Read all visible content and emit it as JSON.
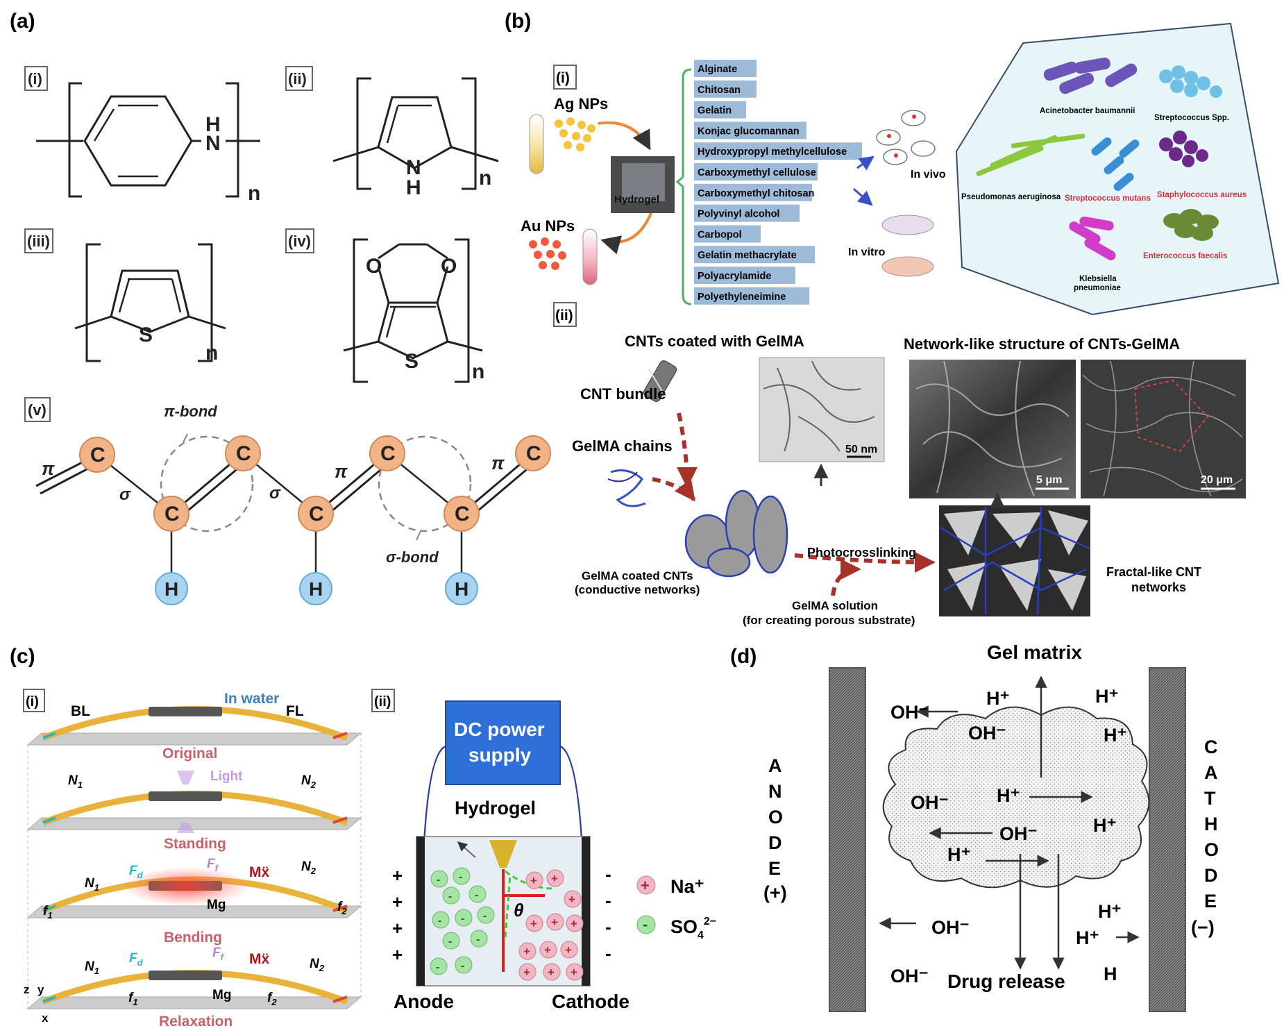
{
  "panels": {
    "a": "(a)",
    "b": "(b)",
    "c": "(c)",
    "d": "(d)"
  },
  "a": {
    "labels": {
      "i": "(i)",
      "ii": "(ii)",
      "iii": "(iii)",
      "iv": "(iv)",
      "v": "(v)"
    },
    "atoms": {
      "H": "H",
      "N": "N",
      "S": "S",
      "O": "O",
      "C": "C"
    },
    "n": "n",
    "pi": "π",
    "sigma": "σ",
    "pi_bond": "π-bond",
    "sigma_bond": "σ-bond"
  },
  "b": {
    "i": "(i)",
    "ii": "(ii)",
    "ag": "Ag NPs",
    "au": "Au NPs",
    "hydrogel": "Hydrogel",
    "polymers": [
      "Alginate",
      "Chitosan",
      "Gelatin",
      "Konjac glucomannan",
      "Hydroxypropyl methylcellulose",
      "Carboxymethyl cellulose",
      "Carboxymethyl chitosan",
      "Polyvinyl alcohol",
      "Carbopol",
      "Gelatin methacrylate",
      "Polyacrylamide",
      "Polyethyleneimine"
    ],
    "in_vivo": "In vivo",
    "in_vitro": "In vitro",
    "bacteria": {
      "acinetobacter": "Acinetobacter baumannii",
      "strep_spp": "Streptococcus Spp.",
      "pseudomonas": "Pseudomonas aeruginosa",
      "strep_mutans": "Streptococcus mutans",
      "staph": "Staphylococcus aureus",
      "entero": "Enterococcus faecalis",
      "klebsiella1": "Klebsiella",
      "klebsiella2": "pneumoniae"
    },
    "cnt_title": "CNTs coated with GelMA",
    "net_title": "Network-like structure of CNTs-GelMA",
    "cnt_bundle": "CNT bundle",
    "gelma_chains": "GelMA chains",
    "scale_50": "50 nm",
    "scale_5": "5 μm",
    "scale_20": "20 μm",
    "coated1": "GelMA coated CNTs",
    "coated2": "(conductive networks)",
    "photo": "Photocrosslinking",
    "sol1": "GelMA solution",
    "sol2": "(for creating porous substrate)",
    "fractal1": "Fractal-like CNT",
    "fractal2": "networks"
  },
  "c": {
    "i": "(i)",
    "ii": "(ii)",
    "bl": "BL",
    "fl": "FL",
    "water": "In water",
    "original": "Original",
    "light": "Light",
    "standing": "Standing",
    "bending": "Bending",
    "relaxation": "Relaxation",
    "N": "N",
    "sub1": "1",
    "sub2": "2",
    "Fd": "F",
    "d": "d",
    "Ff": "F",
    "f_sub": "f",
    "Mx": "Mẍ",
    "Mg": "Mg",
    "f": "f",
    "axis_z": "z",
    "axis_y": "y",
    "axis_x": "x",
    "dc1": "DC power",
    "dc2": "supply",
    "hydrogel": "Hydrogel",
    "anode": "Anode",
    "cathode": "Cathode",
    "theta": "θ",
    "plus": "+",
    "minus": "-",
    "na": "Na⁺",
    "so4": "SO",
    "so4_sub": "4",
    "so4_sup": "2−"
  },
  "d": {
    "gel_matrix": "Gel matrix",
    "drug_release": "Drug release",
    "anode_letters": [
      "A",
      "N",
      "O",
      "D",
      "E"
    ],
    "anode_sign": "(+)",
    "cathode_letters": [
      "C",
      "A",
      "T",
      "H",
      "O",
      "D",
      "E"
    ],
    "cathode_sign": "(−)",
    "oh": "OH⁻",
    "h": "H⁺",
    "h_plain": "H"
  },
  "colors": {
    "carbon": "#f2b487",
    "hydrogen": "#a9d4ef",
    "polymer_box": "#9dbad9",
    "dc_box": "#2e6fd8",
    "water": "#3c7fb8",
    "label_red": "#c9333c",
    "beam": "#e9b23b",
    "plate": "#cccccc",
    "green_ion": "#a6e4a6",
    "pink_ion": "#f2b6c2",
    "cyan_force": "#27b7c4",
    "violet_force": "#a78ac9",
    "dark_red": "#a51820"
  }
}
